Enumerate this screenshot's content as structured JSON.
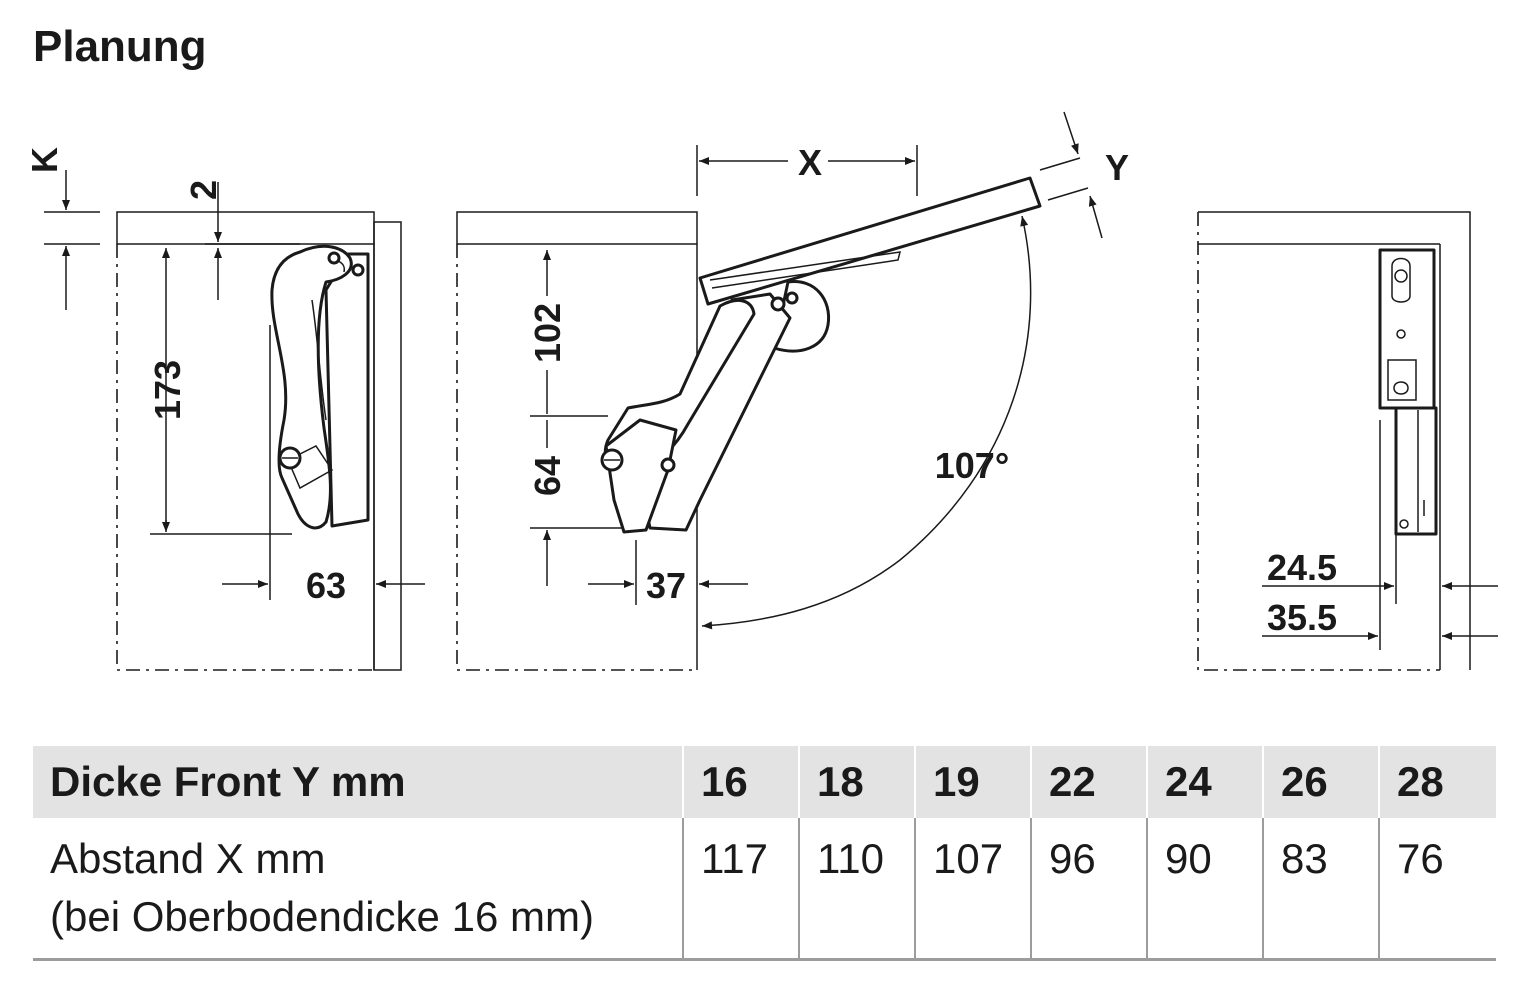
{
  "title": "Planung",
  "diagram": {
    "labels": {
      "k": "K",
      "two": "2",
      "d173": "173",
      "d63": "63",
      "x": "X",
      "y": "Y",
      "d102": "102",
      "d64": "64",
      "d37": "37",
      "angle": "107°",
      "d24_5": "24.5",
      "d35_5": "35.5"
    }
  },
  "table": {
    "header_label": "Dicke Front Y mm",
    "row_label_line1": "Abstand X mm",
    "row_label_line2": "(bei Oberbodendicke 16 mm)",
    "columns": [
      {
        "y": "16",
        "x": "117"
      },
      {
        "y": "18",
        "x": "110"
      },
      {
        "y": "19",
        "x": "107"
      },
      {
        "y": "22",
        "x": "96"
      },
      {
        "y": "24",
        "x": "90"
      },
      {
        "y": "26",
        "x": "83"
      },
      {
        "y": "28",
        "x": "76"
      }
    ]
  }
}
